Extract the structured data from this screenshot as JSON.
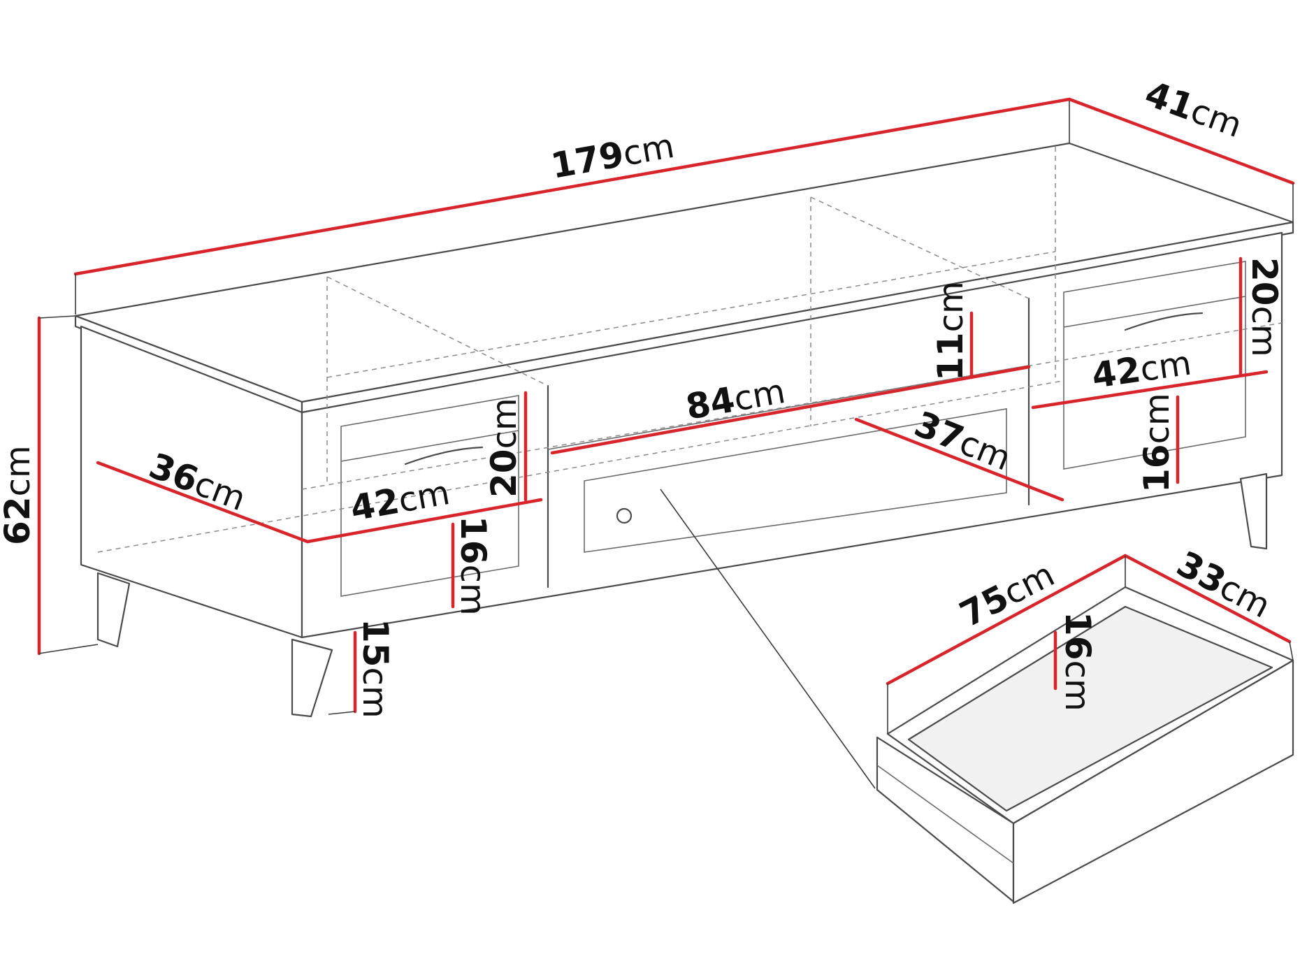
{
  "colors": {
    "dimension_line": "#d8242b",
    "outline": "#4a4a4a",
    "label_text": "#111111"
  },
  "dimensions": {
    "total_width": {
      "value": "179",
      "unit": "cm"
    },
    "depth": {
      "value": "41",
      "unit": "cm"
    },
    "total_height": {
      "value": "62",
      "unit": "cm"
    },
    "left_shelf_depth": {
      "value": "36",
      "unit": "cm"
    },
    "left_drawer_width": {
      "value": "42",
      "unit": "cm"
    },
    "left_opening_height": {
      "value": "20",
      "unit": "cm"
    },
    "left_drawer_height": {
      "value": "16",
      "unit": "cm"
    },
    "leg_height": {
      "value": "15",
      "unit": "cm"
    },
    "center_width": {
      "value": "84",
      "unit": "cm"
    },
    "center_opening_height": {
      "value": "11",
      "unit": "cm"
    },
    "center_depth": {
      "value": "37",
      "unit": "cm"
    },
    "right_drawer_width": {
      "value": "42",
      "unit": "cm"
    },
    "right_opening_height": {
      "value": "20",
      "unit": "cm"
    },
    "right_drawer_height": {
      "value": "16",
      "unit": "cm"
    },
    "drawer_box_width": {
      "value": "75",
      "unit": "cm"
    },
    "drawer_box_depth": {
      "value": "33",
      "unit": "cm"
    },
    "drawer_box_height": {
      "value": "16",
      "unit": "cm"
    }
  }
}
